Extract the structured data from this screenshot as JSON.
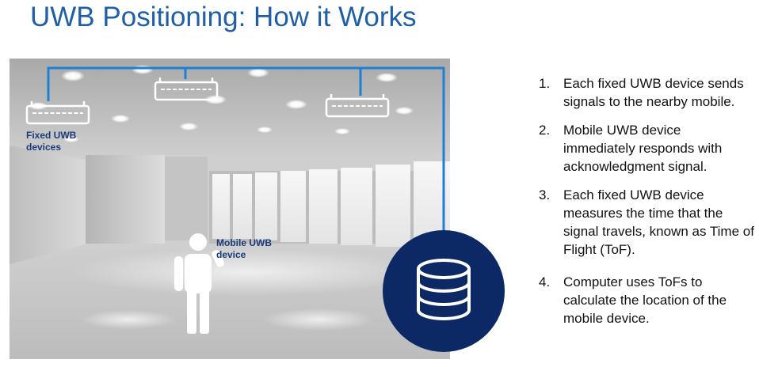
{
  "title": "UWB Positioning: How it Works",
  "labels": {
    "fixed": "Fixed UWB devices",
    "mobile": "Mobile UWB device"
  },
  "icons": {
    "fixed_device": "router-icon",
    "mobile_user": "person-icon",
    "computer": "database-icon"
  },
  "colors": {
    "title": "#1f5fa8",
    "connector_line": "#1e7fd6",
    "label_text": "#1a3a7a",
    "database_circle": "#0c2865"
  },
  "steps": [
    {
      "number": "1.",
      "text": "Each fixed UWB device sends signals to the nearby mobile."
    },
    {
      "number": "2.",
      "text": "Mobile UWB device immediately responds with acknowledgment signal."
    },
    {
      "number": "3.",
      "text": "Each fixed UWB device measures the time that the signal travels, known as Time of Flight (ToF)."
    },
    {
      "number": "4.",
      "text": "Computer uses ToFs to calculate the location of the mobile device."
    }
  ]
}
